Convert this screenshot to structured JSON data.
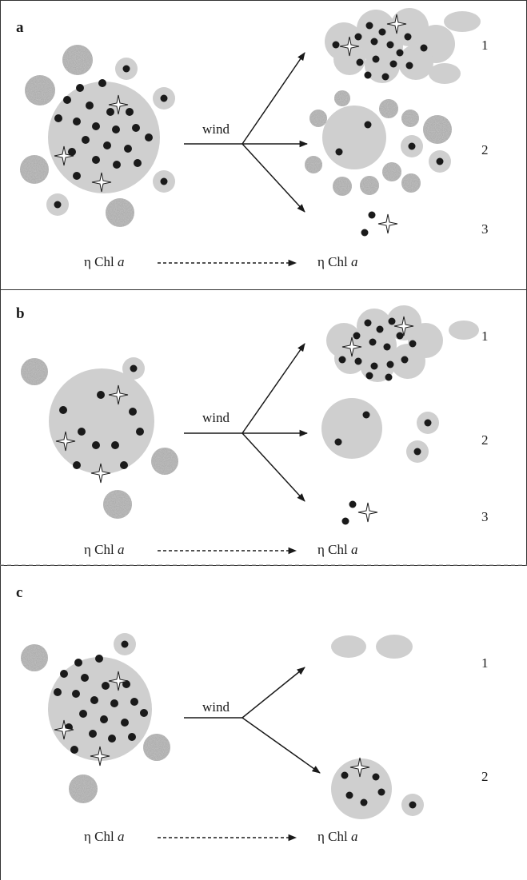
{
  "panels": [
    {
      "letter": "a",
      "wind_label": "wind",
      "left_label": {
        "prefix": "η Chl ",
        "italic": "a"
      },
      "right_label": {
        "prefix": "η Chl ",
        "italic": "a"
      },
      "branch_numbers": [
        "1",
        "2",
        "3"
      ]
    },
    {
      "letter": "b",
      "wind_label": "wind",
      "left_label": {
        "prefix": "η Chl ",
        "italic": "a"
      },
      "right_label": {
        "prefix": "η Chl ",
        "italic": "a"
      },
      "branch_numbers": [
        "1",
        "2",
        "3"
      ]
    },
    {
      "letter": "c",
      "wind_label": "wind",
      "left_label": {
        "prefix": "η Chl ",
        "italic": "a"
      },
      "right_label": {
        "prefix": "η Chl ",
        "italic": "a"
      },
      "branch_numbers": [
        "1",
        "2"
      ]
    }
  ],
  "colors": {
    "particle_fill": "#cfcfcf",
    "textured_fill": "#c4c4c4",
    "dot": "#1a1a1a",
    "line": "#1a1a1a",
    "frame": "#333333",
    "dashed_separator": "#888888"
  }
}
